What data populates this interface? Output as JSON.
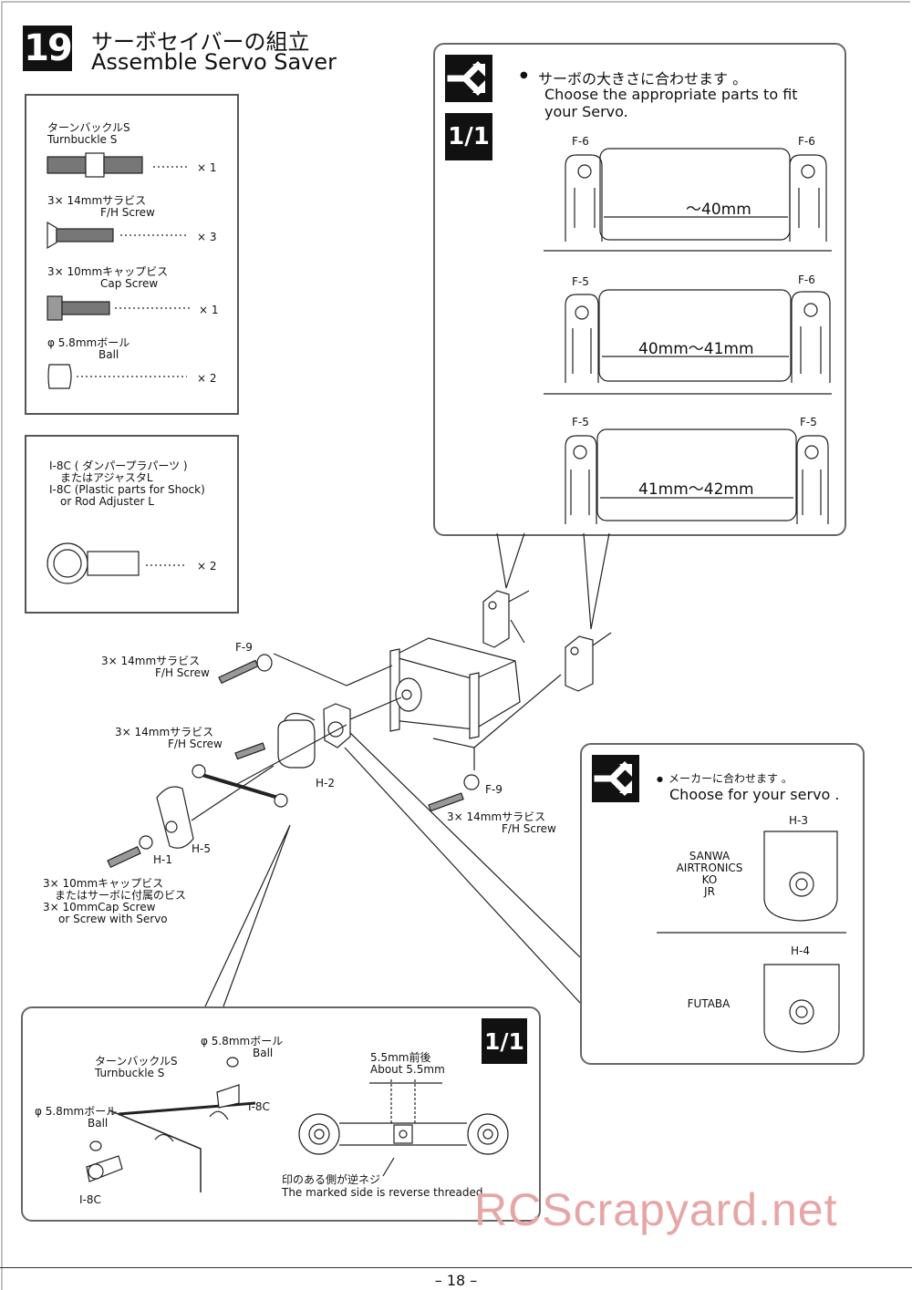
{
  "header": {
    "step_number": "19",
    "title_jp": "サーボセイバーの組立",
    "title_en": "Assemble Servo Saver"
  },
  "parts_list": [
    {
      "jp": "ターンバックルS",
      "en": "Turnbuckle S",
      "qty": "× 1"
    },
    {
      "jp": "3× 14mmサラビス",
      "en": "F/H Screw",
      "qty": "× 3"
    },
    {
      "jp": "3× 10mmキャップビス",
      "en": "Cap Screw",
      "qty": "× 1"
    },
    {
      "jp": "φ 5.8mmボール",
      "en": "Ball",
      "qty": "× 2"
    }
  ],
  "parts_list2": {
    "line1": "I-8C ( ダンパープラパーツ )",
    "line2": "またはアジャスタL",
    "line3": "I-8C (Plastic parts for Shock)",
    "line4": "or Rod Adjuster L",
    "qty": "× 2"
  },
  "servo_fit_panel": {
    "icon_scale": "1/1",
    "note_jp": "サーボの大きさに合わせます 。",
    "note_en1": "Choose the appropriate parts to fit",
    "note_en2": "your Servo.",
    "options": [
      {
        "left": "F-6",
        "right": "F-6",
        "dim": "～40mm"
      },
      {
        "left": "F-5",
        "right": "F-6",
        "dim": "40mm～41mm"
      },
      {
        "left": "F-5",
        "right": "F-5",
        "dim": "41mm～42mm"
      }
    ]
  },
  "main_labels": {
    "f9_top": "F-9",
    "screw_top_jp": "3× 14mmサラビス",
    "screw_top_en": "F/H Screw",
    "screw_mid_jp": "3× 14mmサラビス",
    "screw_mid_en": "F/H Screw",
    "h2": "H-2",
    "f9_right": "F-9",
    "screw_right_jp": "3× 14mmサラビス",
    "screw_right_en": "F/H Screw",
    "h1": "H-1",
    "h5": "H-5",
    "cap1": "3× 10mmキャップビス",
    "cap2": "またはサーボに付属のビス",
    "cap3": "3× 10mmCap Screw",
    "cap4": "or Screw with Servo"
  },
  "brand_panel": {
    "note_jp": "メーカーに合わせます 。",
    "note_en": "Choose for your servo .",
    "h3": "H-3",
    "h3_brands": [
      "SANWA",
      "AIRTRONICS",
      "KO",
      "JR"
    ],
    "h4": "H-4",
    "h4_brands": [
      "FUTABA"
    ]
  },
  "rod_panel": {
    "icon_scale": "1/1",
    "ball_top_jp": "φ 5.8mmボール",
    "ball_top_en": "Ball",
    "turnbuckle_jp": "ターンバックルS",
    "turnbuckle_en": "Turnbuckle S",
    "i8c_right": "I-8C",
    "ball_left_jp": "φ 5.8mmボール",
    "ball_left_en": "Ball",
    "i8c_left": "I-8C",
    "gap_jp": "5.5mm前後",
    "gap_en": "About 5.5mm",
    "mark_jp": "印のある側が逆ネジ",
    "mark_en": "The marked side is reverse threaded."
  },
  "footer": {
    "page": "–  18 –",
    "watermark": "RCScrapyard.net"
  }
}
